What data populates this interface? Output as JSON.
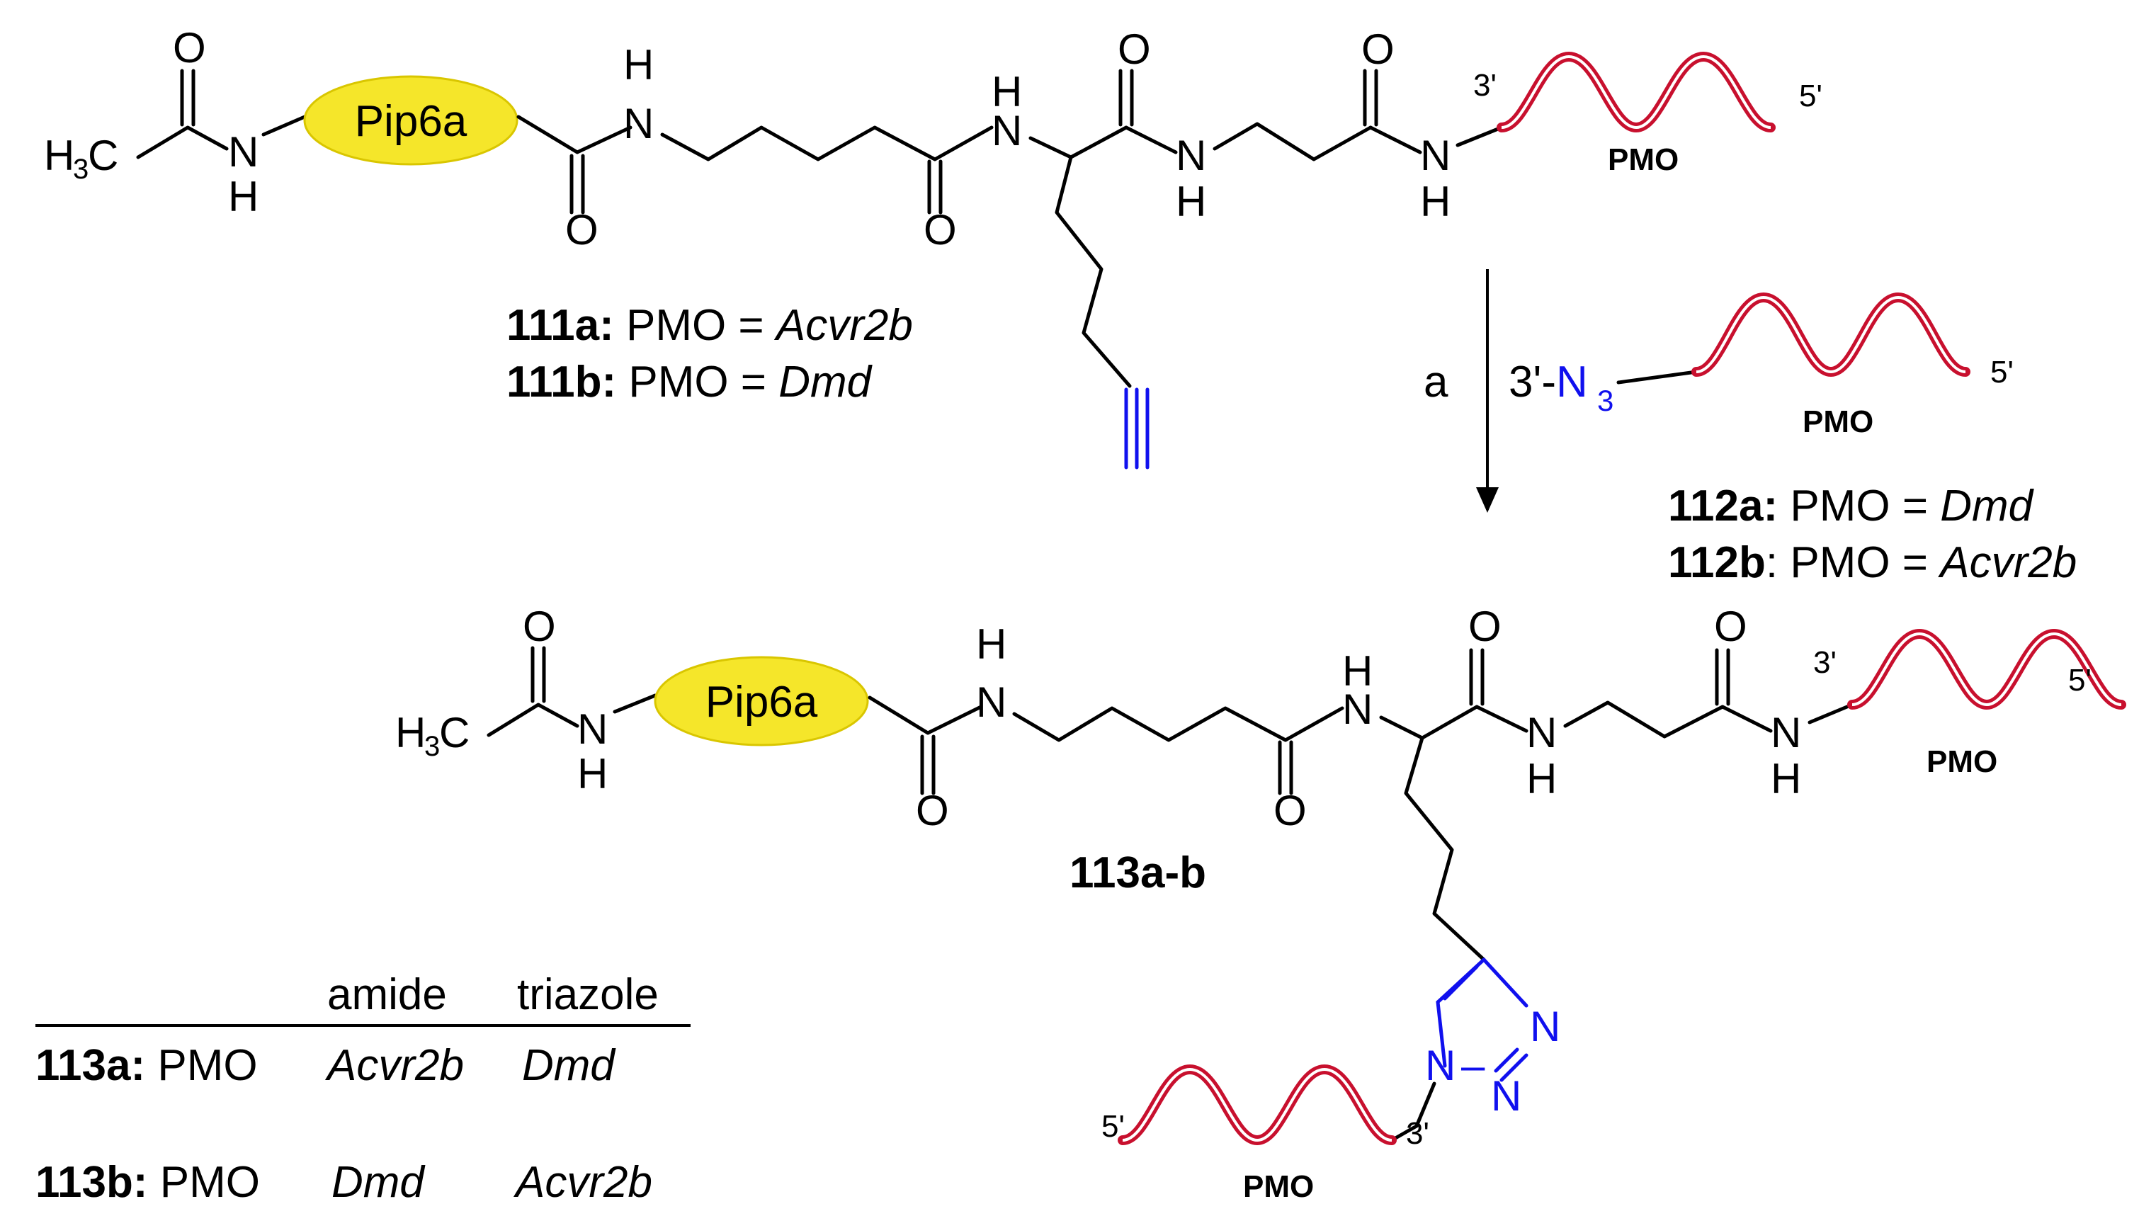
{
  "atoms": {
    "O": "O",
    "N": "N",
    "H": "H",
    "C": "C",
    "sub3": "3"
  },
  "peptide": "Pip6a",
  "oligo": {
    "name": "PMO",
    "end3": "3'",
    "end5": "5'"
  },
  "compounds": {
    "c111a": {
      "id": "111a:",
      "text": " PMO = ",
      "seq": "Acvr2b"
    },
    "c111b": {
      "id": "111b:",
      "text": " PMO = ",
      "seq": "Dmd"
    },
    "c112a": {
      "id": "112a:",
      "text": " PMO = ",
      "seq": "Dmd"
    },
    "c112b": {
      "id": "112b",
      "text": ": PMO =  ",
      "seq": "Acvr2b"
    },
    "c113": {
      "id": "113a-b"
    }
  },
  "reagent": {
    "step": "a",
    "prefix": "3'-"
  },
  "table": {
    "headers": [
      "amide",
      "triazole"
    ],
    "rows": [
      {
        "id": "113a:",
        "label": " PMO",
        "amide": "Acvr2b",
        "triazole": "Dmd"
      },
      {
        "id": "113b:",
        "label": " PMO",
        "amide": "Dmd",
        "triazole": "Acvr2b"
      }
    ]
  },
  "colors": {
    "helix": "#c8102e",
    "highlight": "#1010ee",
    "peptide": "#f5e62a"
  }
}
